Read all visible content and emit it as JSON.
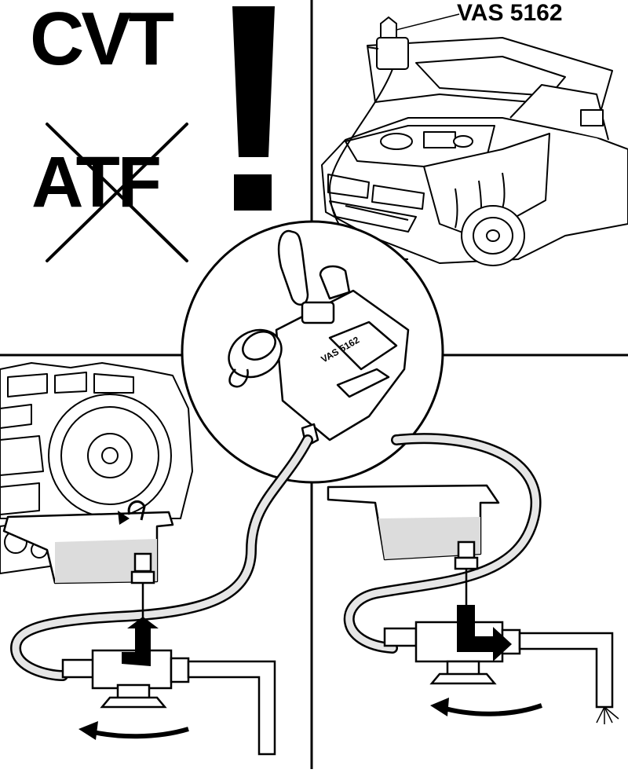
{
  "labels": {
    "cvt": "CVT",
    "atf": "ATF",
    "tool": "VAS 5162",
    "canister": "VAS 5162"
  },
  "colors": {
    "ink": "#000000",
    "hose_fill": "#e6e6e6",
    "fluid_fill": "#dcdcdc",
    "paper": "#ffffff"
  },
  "icons": [
    "exclamation-icon",
    "cross-out-icon",
    "flow-arrow-icon",
    "rotate-arrow-icon",
    "spray-icon"
  ]
}
